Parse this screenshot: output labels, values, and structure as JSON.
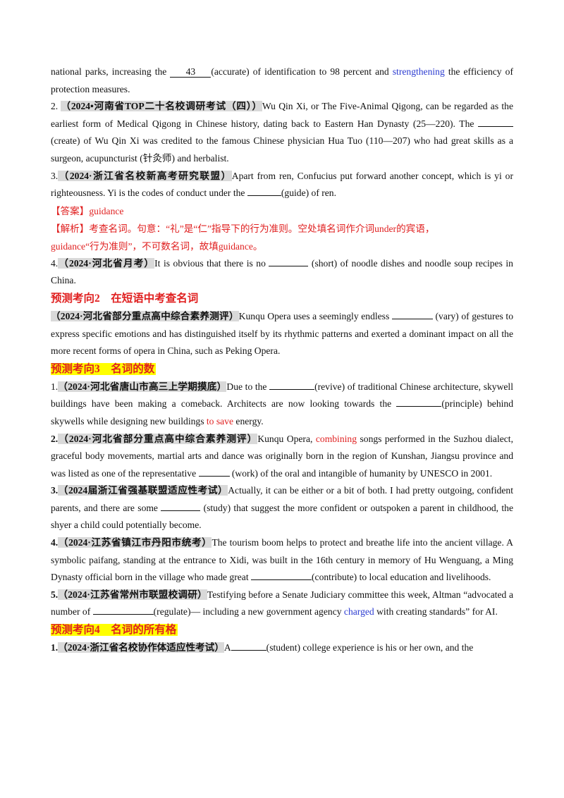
{
  "q1_tail": {
    "a": "national parks, increasing the ",
    "blank_num": "43",
    "b": "(accurate) of identification to 98 percent and ",
    "blue": "strengthening",
    "c": " the efficiency of protection measures."
  },
  "q2": {
    "num": "2. ",
    "src": "（2024•河南省TOP二十名校调研考试（四））",
    "a": "Wu Qin Xi, or The Five-Animal Qigong, can be regarded as the earliest form of Medical Qigong in Chinese history, dating back to Eastern Han Dynasty (25—220). The ",
    "b": " (create) of Wu Qin Xi was credited to the famous Chinese physician Hua Tuo (110—207) who had great skills as a surgeon, acupuncturist (针灸师) and herbalist."
  },
  "q3": {
    "num": "3.",
    "src": "（2024·浙江省名校新高考研究联盟）",
    "a": "Apart from ren, Confucius put forward another concept, which is yi or righteousness. Yi is the codes of conduct under the ",
    "b": "(guide) of ren.",
    "answer": "【答案】guidance",
    "analysis_1": "【解析】考查名词。句意：“礼”是“仁”指导下的行为准则。空处填名词作介词under的宾语，",
    "analysis_2": "guidance“行为准则”，不可数名词，故填guidance。"
  },
  "q4": {
    "num": "4.",
    "src": "（2024·河北省月考）",
    "a": "It is obvious that there is no ",
    "b": " (short) of noodle dishes and noodle soup recipes in China."
  },
  "sec2": {
    "title": "预测考向2　在短语中考查名词",
    "src": "（2024·河北省部分重点高中综合素养测评）",
    "a": "Kunqu Opera uses a seemingly endless ",
    "b": " (vary) of gestures to express specific emotions and has distinguished itself by its rhythmic patterns and exerted a dominant impact  on  all the more recent forms of opera in China, such as Peking Opera."
  },
  "sec3": {
    "title": "预测考向3　名词的数",
    "items": [
      {
        "num": "1.",
        "src": "（2024·河北省唐山市高三上学期摸底）",
        "a": "Due to the ",
        "b": "(revive) of traditional Chinese architecture, skywell buildings have been making a comeback. Architects are now looking towards the ",
        "c": "(principle) behind skywells while designing new buildings ",
        "red": "to save",
        "d": " energy."
      },
      {
        "num": "2.",
        "src": "（2024·河北省部分重点高中综合素养测评）",
        "a": "Kunqu Opera, ",
        "red": "combining",
        "b": " songs performed in the Suzhou dialect, graceful body movements, martial arts and dance was  originally born in the region of Kunshan, Jiangsu province and was listed as one of the representative ",
        "c": " (work) of the oral and intangible of humanity by UNESCO in 2001."
      },
      {
        "num": "3.",
        "src": "（2024届浙江省强基联盟适应性考试）",
        "a": "Actually, it can be either or a bit of both. I had pretty outgoing, confident parents, and there are some ",
        "b": " (study) that suggest the more confident or outspoken a parent in childhood, the shyer a child could potentially become."
      },
      {
        "num": "4.",
        "src": "（2024·江苏省镇江市丹阳市统考）",
        "a": "The tourism boom helps to protect and breathe life into the ancient village. A symbolic paifang, standing at the entrance to Xidi, was built in the 16th century in memory of Hu Wenguang,  a Ming Dynasty official born in the village who made great ",
        "b": "(contribute) to local education and livelihoods."
      },
      {
        "num": "5.",
        "src": "（2024·江苏省常州市联盟校调研）",
        "a": "Testifying before a Senate Judiciary committee this week, Altman “advocated a number of ",
        "b": "(regulate)— including a new government agency ",
        "blue": "charged",
        "c": " with creating standards” for AI."
      }
    ]
  },
  "sec4": {
    "title": "预测考向4　名词的所有格",
    "num": "1.",
    "src": "（2024·浙江省名校协作体适应性考试）",
    "a": "A",
    "b": "(student) college experience is his or her own, and the"
  }
}
